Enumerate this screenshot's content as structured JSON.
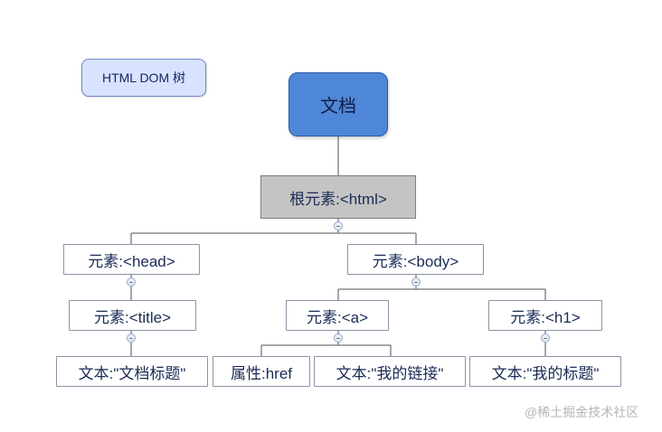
{
  "legend": {
    "label": "HTML DOM 树"
  },
  "nodes": {
    "document": "文档",
    "html": "根元素:<html>",
    "head": "元素:<head>",
    "body": "元素:<body>",
    "title": "元素:<title>",
    "a": "元素:<a>",
    "h1": "元素:<h1>",
    "title_text": "文本:\"文档标题\"",
    "href_attr": "属性:href",
    "link_text": "文本:\"我的链接\"",
    "h1_text": "文本:\"我的标题\""
  },
  "watermark": "@稀土掘金技术社区",
  "colors": {
    "document_fill": "#4f87d8",
    "html_fill": "#c4c4c4",
    "legend_fill": "#d8e3ff",
    "connector": "#8a8a8a"
  }
}
